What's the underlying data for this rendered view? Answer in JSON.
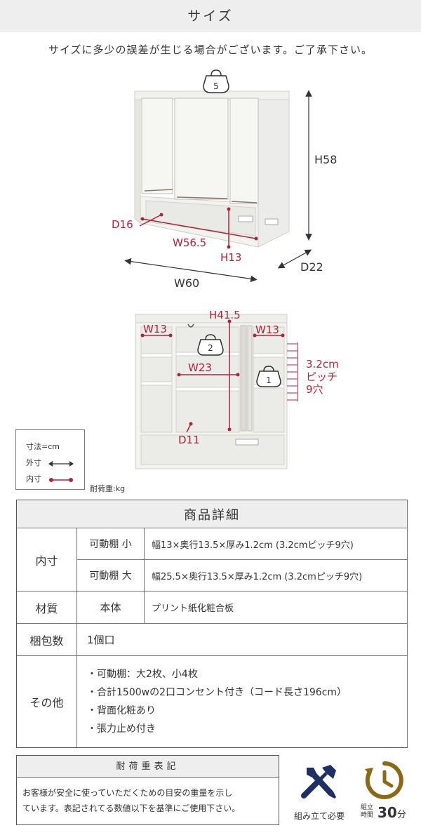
{
  "header": {
    "title": "サイズ"
  },
  "notice": "サイズに多少の誤差が生じる場合がございます。ご了承下さい。",
  "top_diagram": {
    "load_top": "5",
    "h58": "H58",
    "d16": "D16",
    "w56_5": "W56.5",
    "h13": "H13",
    "d22": "D22",
    "w60": "W60"
  },
  "front_diagram": {
    "h41_5": "H41.5",
    "w13_left": "W13",
    "w13_right": "W13",
    "w23": "W23",
    "d11": "D11",
    "load_large": "2",
    "load_small": "1",
    "pitch_l1": "3.2cm",
    "pitch_l2": "ピッチ",
    "pitch_l3": "9穴"
  },
  "legend": {
    "dims": "寸法=cm",
    "outer": "外寸",
    "inner": "内寸"
  },
  "load_unit": "耐荷重:kg",
  "spec": {
    "title": "商品詳細",
    "rows": {
      "inner": {
        "label": "内寸",
        "small_label": "可動棚 小",
        "small_value": "幅13×奥行13.5×厚み1.2cm (3.2cmピッチ9穴)",
        "large_label": "可動棚 大",
        "large_value": "幅25.5×奥行13.5×厚み1.2cm (3.2cmピッチ9穴)"
      },
      "material": {
        "label": "材質",
        "sub": "本体",
        "value": "プリント紙化粧合板"
      },
      "package": {
        "label": "梱包数",
        "value": "1個口"
      },
      "other": {
        "label": "その他",
        "items": [
          "・可動棚：大2枚、小4枚",
          "・合計1500wの2口コンセント付き（コード長さ196cm）",
          "・背面化粧あり",
          "・張力止め付き"
        ]
      }
    }
  },
  "load_box": {
    "title": "耐荷重表記",
    "line1": "お客様が安全に使っていただくための目安の重量を示し",
    "line2": "ています。表記されてる数値以下を基準にご使用下さい。"
  },
  "badges": {
    "assembly": "組み立て必要",
    "time_small_1": "組立",
    "time_small_2": "時間",
    "time_value": "30",
    "time_unit": "分"
  },
  "colors": {
    "accent_red": "#b0243a",
    "navy": "#1f2f63",
    "gold": "#8a6a14"
  }
}
